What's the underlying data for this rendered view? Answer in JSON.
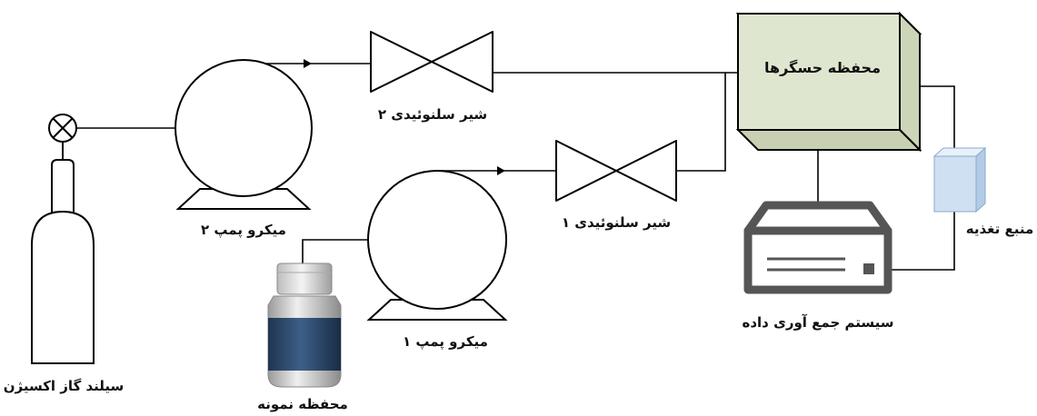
{
  "components": {
    "oxygen_cylinder": "سیلند گاز اکسیژن",
    "micro_pump_2": "میکرو پمپ ۲",
    "micro_pump_1": "میکرو پمپ ۱",
    "solenoid_valve_2": "شیر سلنوئیدی ۲",
    "solenoid_valve_1": "شیر سلنوئیدی ۱",
    "sensor_chamber": "محفظه حسگرها",
    "data_acquisition": "سیستم جمع آوری داده",
    "power_supply": "منبع تغذیه",
    "sample_chamber": "محفظه نمونه"
  },
  "colors": {
    "chamber_front": "#dfe6cf",
    "chamber_top": "#eef2e4",
    "chamber_side": "#cdd5b9",
    "daq_body": "#555555",
    "power_front": "#cfe0f3",
    "power_top": "#e8f1fb",
    "power_side": "#b3cbe6",
    "bottle_label": "#2e4a6e",
    "bottle_cap": "#dcdcdc"
  }
}
